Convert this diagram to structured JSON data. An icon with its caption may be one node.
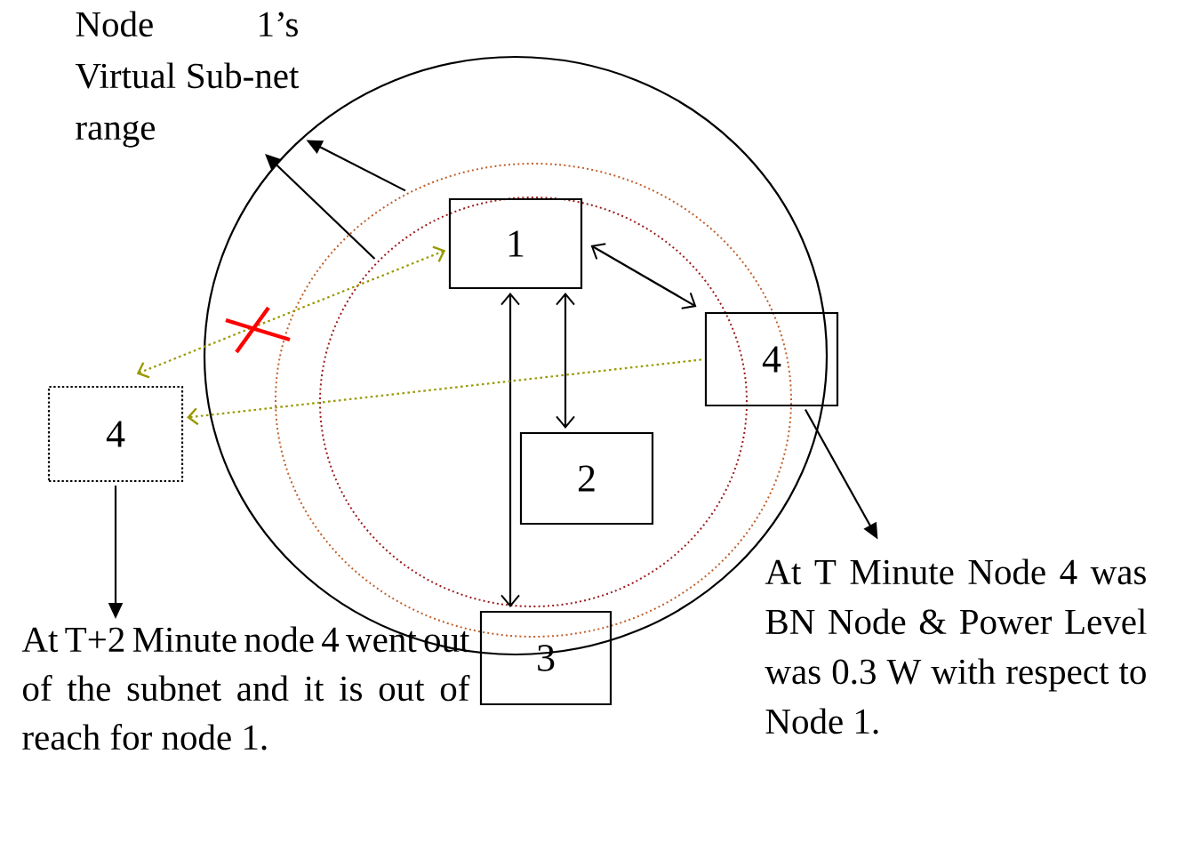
{
  "diagram": {
    "nodes": [
      {
        "text": [],
        "shape": "circle"
      },
      {
        "text": [],
        "shape": "circle",
        "in": 0
      },
      {
        "text": [],
        "shape": "circle",
        "in": 1
      },
      {
        "text": [
          "Node 1’s Virtual Sub-net range"
        ]
      },
      {
        "text": [
          "1"
        ],
        "in": 2
      },
      {
        "text": [
          "2"
        ],
        "in": 2
      },
      {
        "text": [
          "3"
        ]
      },
      {
        "text": [
          "4"
        ]
      },
      {
        "text": [
          "4"
        ]
      },
      {
        "text": [
          "At T+2 Minute node 4 went out of the subnet and it is out of reach for node 1."
        ]
      },
      {
        "text": [
          "At T Minute Node 4 was BN Node & Power Level was 0.3 W with respect to Node 1."
        ]
      }
    ],
    "edges": [
      {
        "from": 1,
        "to": 3,
        "arrow": "to"
      },
      {
        "from": 2,
        "to": 3,
        "arrow": "to"
      },
      {
        "from": 4,
        "to": 7,
        "arrow": "both"
      },
      {
        "from": 4,
        "to": 5,
        "arrow": "both"
      },
      {
        "from": 4,
        "to": 6,
        "arrow": "both"
      },
      {
        "from": 7,
        "to": 8,
        "arrow": "to",
        "style": "dashed",
        "color": "#999900"
      },
      {
        "from": 8,
        "to": 4,
        "arrow": "both",
        "style": "dashed",
        "color": "#999900"
      },
      {
        "from": 7,
        "to": 10,
        "arrow": "to"
      },
      {
        "from": 8,
        "to": 9,
        "arrow": "to"
      }
    ]
  }
}
